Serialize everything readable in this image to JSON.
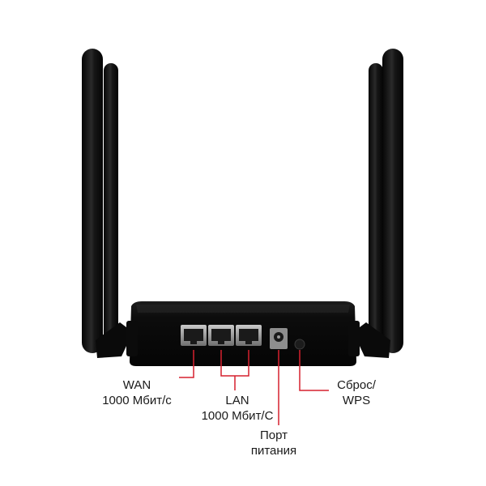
{
  "labels": {
    "wan": {
      "line1": "WAN",
      "line2": "1000 Мбит/с"
    },
    "lan": {
      "line1": "LAN",
      "line2": "1000 Мбит/С"
    },
    "power": {
      "line1": "Порт",
      "line2": "питания"
    },
    "reset": {
      "line1": "Сброс/",
      "line2": "WPS"
    }
  },
  "colors": {
    "callout": "#d6202e",
    "router_body": "#0d0d0d",
    "antenna": "#111111",
    "port_metal": "#9a9a9a"
  }
}
